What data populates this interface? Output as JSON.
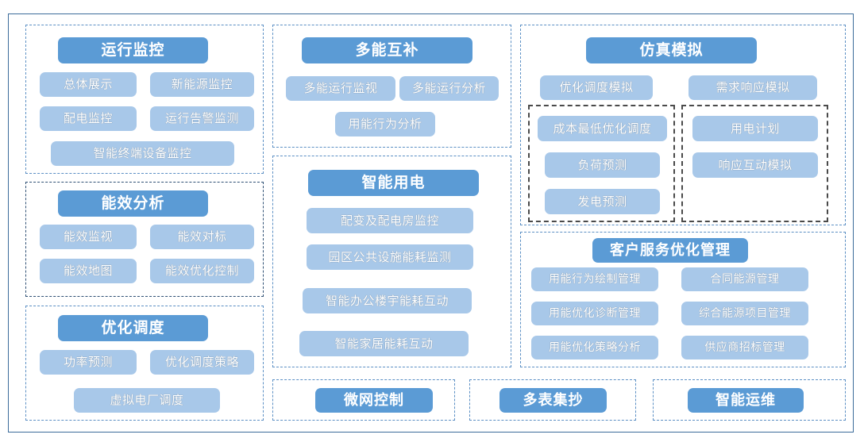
{
  "colors": {
    "title_blue": "#5B9BD5",
    "pill_blue": "#A8C8E9",
    "frame_blue": "#3C6C9B",
    "dashed_blue": "#5B8FC4",
    "dashed_dark": "#2E4F73",
    "subgroup_gray": "#4A4A4A",
    "text_white": "#FFFFFF"
  },
  "panels": {
    "operation_monitoring": {
      "title": "运行监控",
      "items": [
        "总体展示",
        "新能源监控",
        "配电监控",
        "运行告警监测",
        "智能终端设备监控"
      ]
    },
    "energy_efficiency": {
      "title": "能效分析",
      "items": [
        "能效监视",
        "能效对标",
        "能效地图",
        "能效优化控制"
      ]
    },
    "optimal_dispatch": {
      "title": "优化调度",
      "items": [
        "功率预测",
        "优化调度策略",
        "虚拟电厂调度"
      ]
    },
    "multi_energy": {
      "title": "多能互补",
      "items": [
        "多能运行监视",
        "多能运行分析",
        "用能行为分析"
      ]
    },
    "smart_power": {
      "title": "智能用电",
      "items": [
        "配变及配电房监控",
        "园区公共设施能耗监测",
        "智能办公楼宇能耗互动",
        "智能家居能耗互动"
      ]
    },
    "simulation": {
      "title": "仿真模拟",
      "items": [
        "优化调度模拟",
        "需求响应模拟"
      ],
      "subgroup_left": [
        "成本最低优化调度",
        "负荷预测",
        "发电预测"
      ],
      "subgroup_right": [
        "用电计划",
        "响应互动模拟"
      ]
    },
    "customer_service": {
      "title": "客户服务优化管理",
      "items_left": [
        "用能行为绘制管理",
        "用能优化诊断管理",
        "用能优化策略分析"
      ],
      "items_right": [
        "合同能源管理",
        "综合能源项目管理",
        "供应商招标管理"
      ]
    },
    "microgrid_control": {
      "title": "微网控制"
    },
    "multi_meter_reading": {
      "title": "多表集抄"
    },
    "smart_ops": {
      "title": "智能运维"
    }
  }
}
